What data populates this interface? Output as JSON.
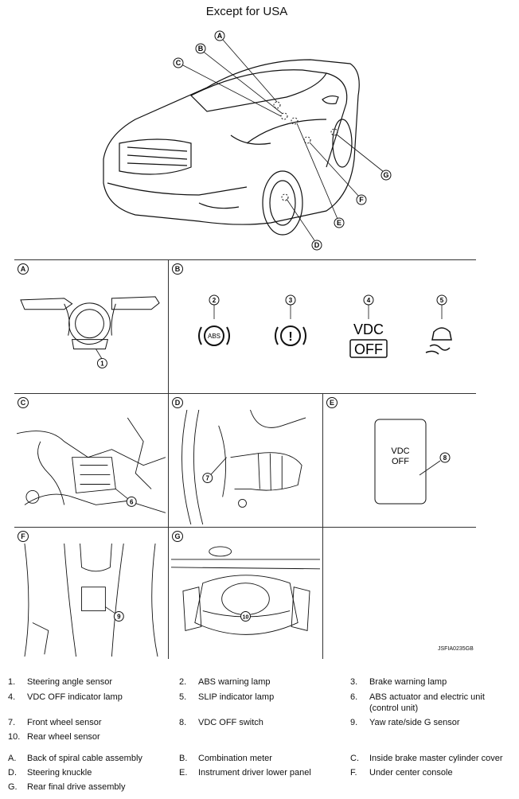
{
  "title": "Except for USA",
  "car_callouts": [
    "A",
    "B",
    "C",
    "D",
    "E",
    "F",
    "G"
  ],
  "panels": {
    "A": {
      "tag": "A",
      "num": "1"
    },
    "B": {
      "tag": "B",
      "nums": [
        "2",
        "3",
        "4",
        "5"
      ],
      "abs": "ABS",
      "vdc": "VDC",
      "off": "OFF"
    },
    "C": {
      "tag": "C",
      "num": "6"
    },
    "D": {
      "tag": "D",
      "num": "7"
    },
    "E": {
      "tag": "E",
      "num": "8",
      "line1": "VDC",
      "line2": "OFF"
    },
    "F": {
      "tag": "F",
      "num": "9"
    },
    "G": {
      "tag": "G",
      "num": "10"
    }
  },
  "code": "JSFIA0235GB",
  "legend": [
    [
      {
        "n": "1.",
        "t": "Steering angle sensor"
      },
      {
        "n": "2.",
        "t": "ABS warning lamp"
      },
      {
        "n": "3.",
        "t": "Brake warning lamp"
      }
    ],
    [
      {
        "n": "4.",
        "t": "VDC OFF indicator lamp"
      },
      {
        "n": "5.",
        "t": "SLIP indicator lamp"
      },
      {
        "n": "6.",
        "t": "ABS actuator and electric unit (control unit)"
      }
    ],
    [
      {
        "n": "7.",
        "t": "Front wheel sensor"
      },
      {
        "n": "8.",
        "t": "VDC OFF switch"
      },
      {
        "n": "9.",
        "t": "Yaw rate/side G sensor"
      }
    ],
    [
      {
        "n": "10.",
        "t": "Rear wheel sensor"
      }
    ],
    [
      {
        "n": "A.",
        "t": "Back of spiral cable assembly"
      },
      {
        "n": "B.",
        "t": "Combination meter"
      },
      {
        "n": "C.",
        "t": "Inside brake master cylinder cover"
      }
    ],
    [
      {
        "n": "D.",
        "t": "Steering knuckle"
      },
      {
        "n": "E.",
        "t": "Instrument driver lower panel"
      },
      {
        "n": "F.",
        "t": "Under center console"
      }
    ],
    [
      {
        "n": "G.",
        "t": "Rear final drive assembly"
      }
    ]
  ]
}
